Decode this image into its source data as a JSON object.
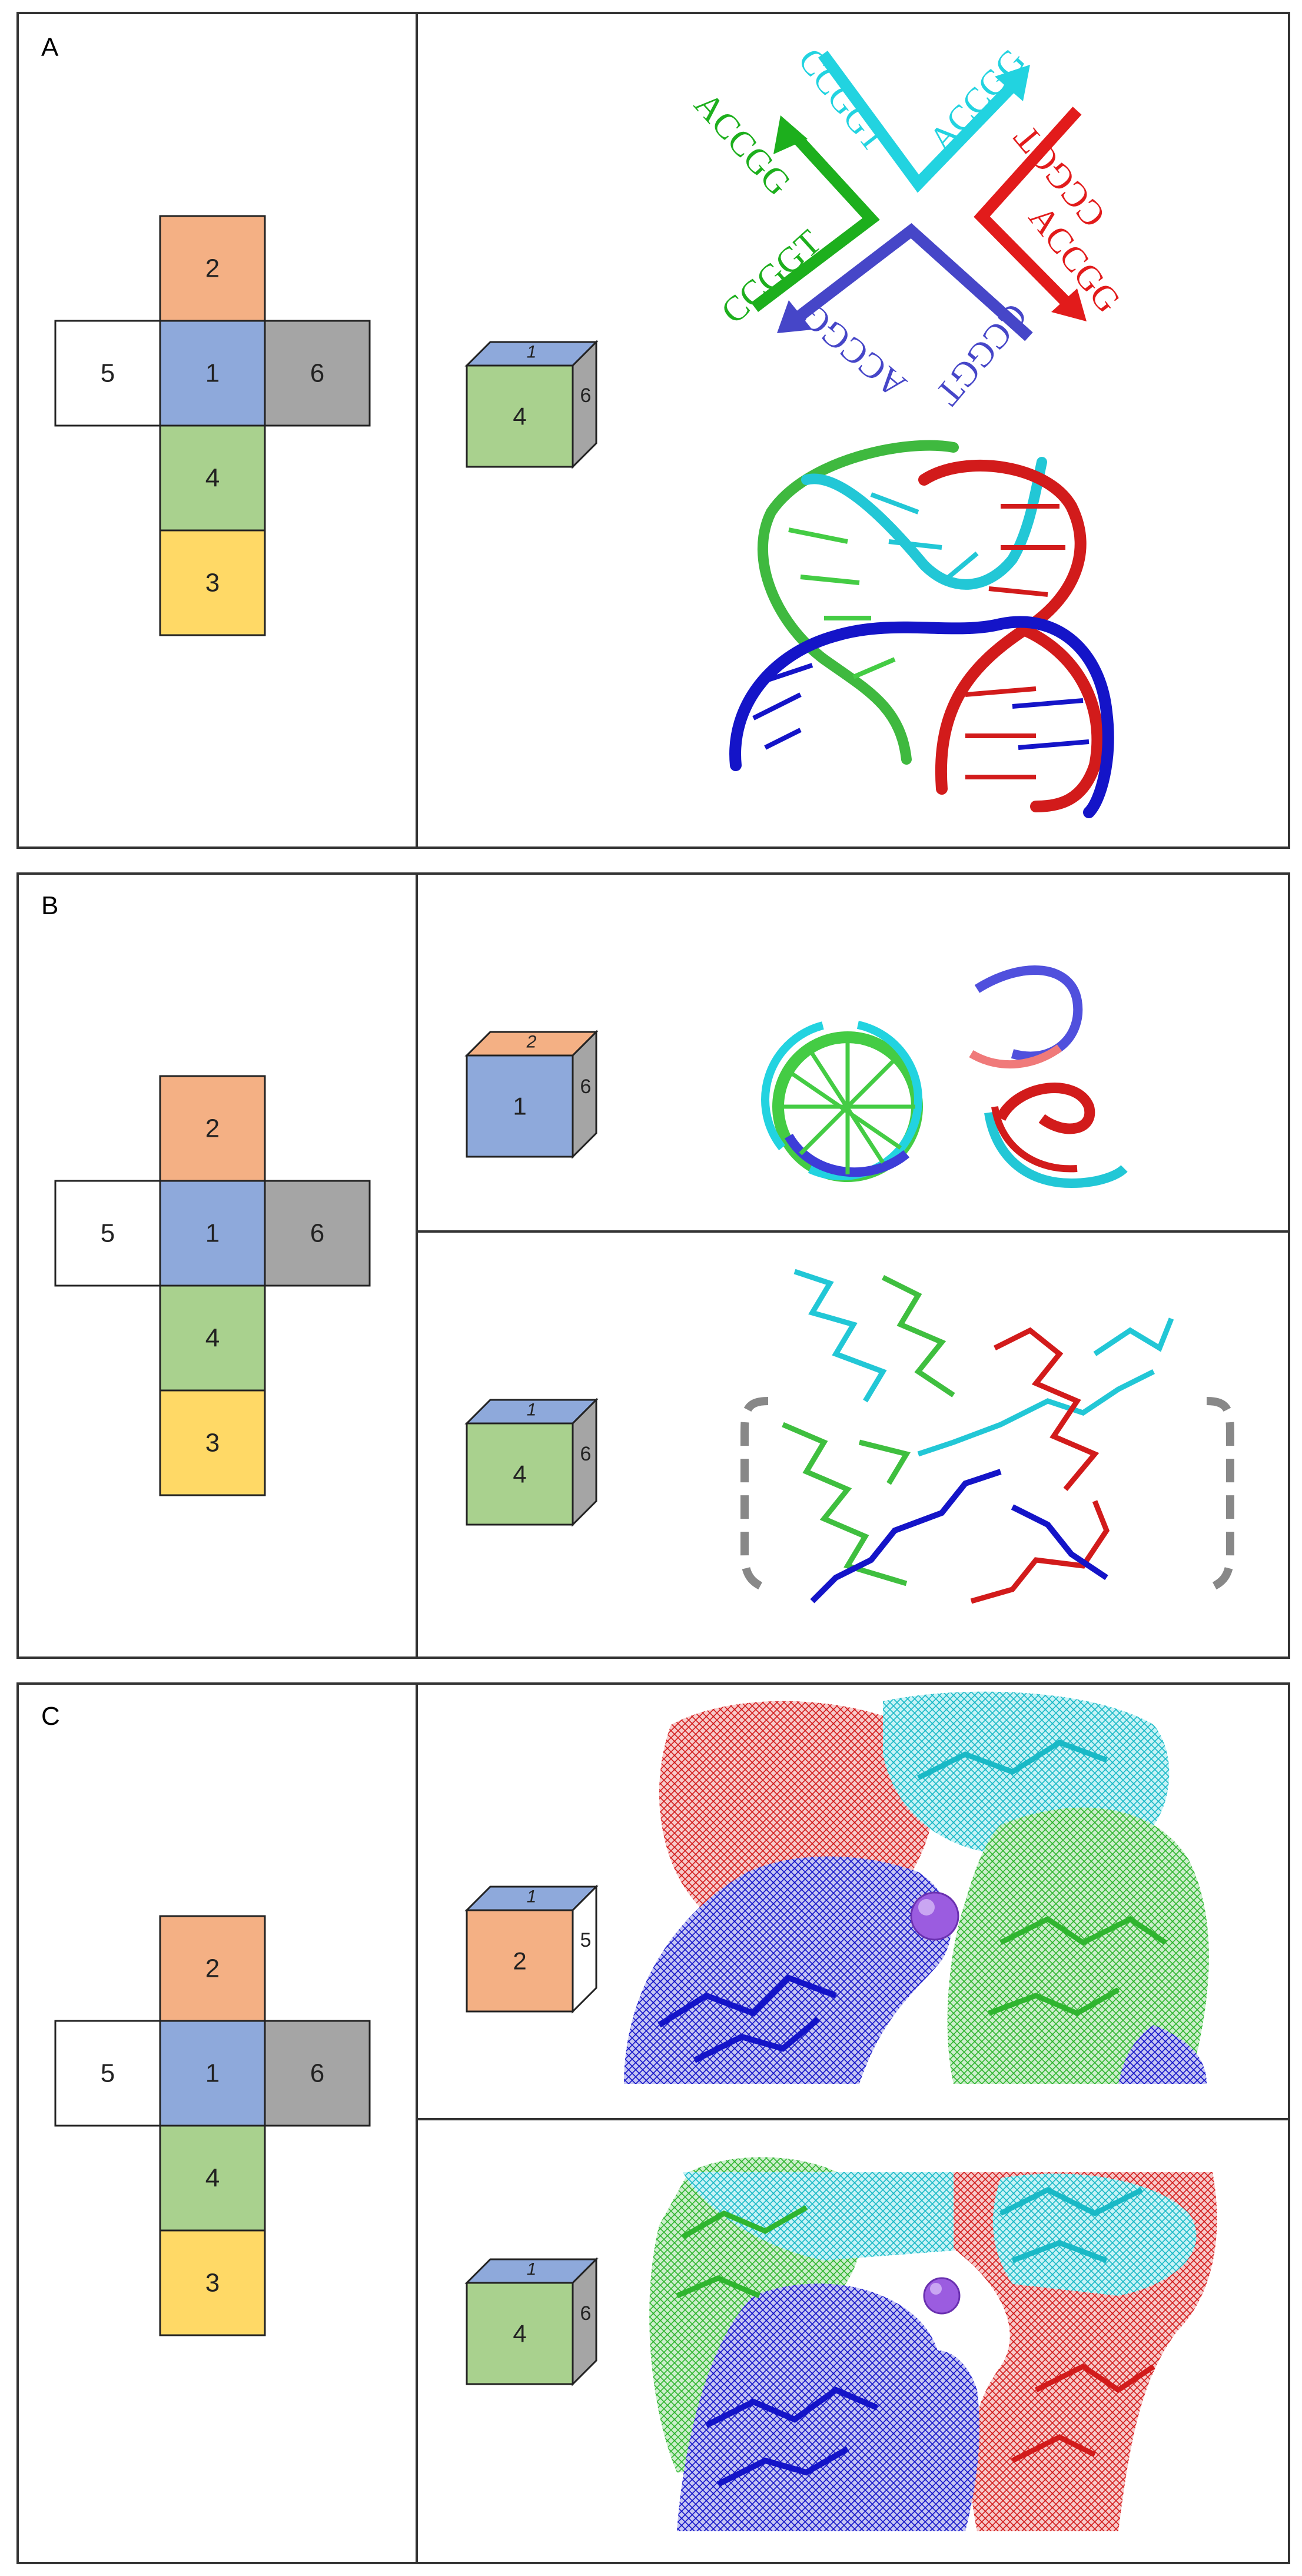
{
  "colors": {
    "face1": "#8EA9DB",
    "face2": "#F4B084",
    "face3": "#FFD966",
    "face4": "#A9D18E",
    "face5": "#FFFFFF",
    "face6": "#A5A5A5",
    "strand_cyan": "#22D3E0",
    "strand_red": "#E21B1B",
    "strand_green": "#1DAF1D",
    "strand_blue": "#4646C8",
    "dna_blue": "#1414C8",
    "dna_green": "#44CC44",
    "purple_ion": "#9B5CE0"
  },
  "panels": [
    {
      "letter": "A",
      "net": [
        "2",
        "5",
        "1",
        "6",
        "4",
        "3"
      ],
      "cubes": [
        {
          "front": "4",
          "top": "1",
          "side": "6"
        }
      ],
      "sequences": {
        "cyan_left": "CCGGT",
        "cyan_right": "ACCGG",
        "red_top": "CCGGT",
        "red_bottom": "ACCGG",
        "blue_left": "ACCGG",
        "blue_right": "CCGGT",
        "green_top": "ACCGG",
        "green_bottom": "CCGGT"
      }
    },
    {
      "letter": "B",
      "net": [
        "2",
        "5",
        "1",
        "6",
        "4",
        "3"
      ],
      "cubes": [
        {
          "front": "1",
          "top": "2",
          "side": "6"
        },
        {
          "front": "4",
          "top": "1",
          "side": "6"
        }
      ]
    },
    {
      "letter": "C",
      "net": [
        "2",
        "5",
        "1",
        "6",
        "4",
        "3"
      ],
      "cubes": [
        {
          "front": "2",
          "top": "1",
          "side": "5"
        },
        {
          "front": "4",
          "top": "1",
          "side": "6"
        }
      ]
    }
  ]
}
